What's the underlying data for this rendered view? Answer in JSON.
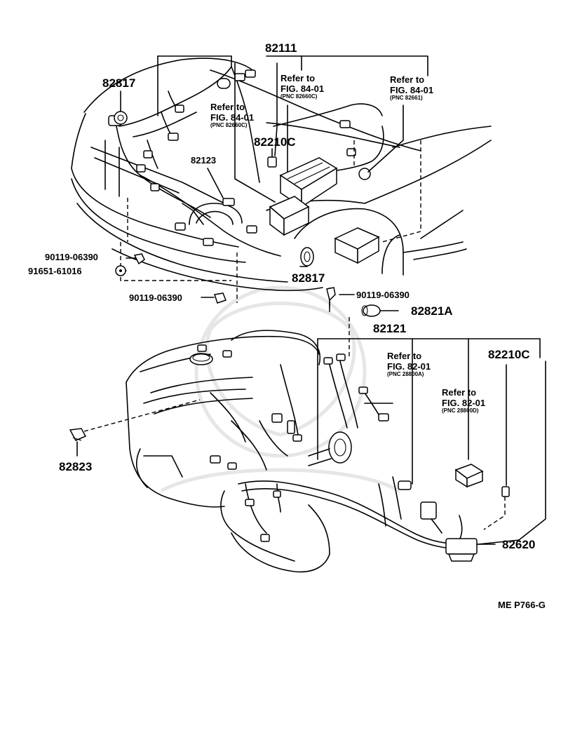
{
  "labels": {
    "p82111": "82111",
    "p82817_top": "82817",
    "p82123": "82123",
    "p82210c_top": "82210C",
    "p90119_a": "90119-06390",
    "p91651": "91651-61016",
    "p82817_bot": "82817",
    "p90119_b": "90119-06390",
    "p90119_c": "90119-06390",
    "p82821a": "82821A",
    "p82121": "82121",
    "p82210c_right": "82210C",
    "p82823": "82823",
    "p82620": "82620",
    "footer_code": "ME P766-G"
  },
  "refs": [
    {
      "line1": "Refer to",
      "line2": "FIG. 84-01",
      "pnc": "(PNC 82660C)"
    },
    {
      "line1": "Refer to",
      "line2": "FIG. 84-01",
      "pnc": "(PNC 82660C)"
    },
    {
      "line1": "Refer to",
      "line2": "FIG. 84-01",
      "pnc": "(PNC 82661)"
    },
    {
      "line1": "Refer to",
      "line2": "FIG. 82-01",
      "pnc": "(PNC 28800A)"
    },
    {
      "line1": "Refer to",
      "line2": "FIG. 82-01",
      "pnc": "(PNC 28800D)"
    }
  ]
}
